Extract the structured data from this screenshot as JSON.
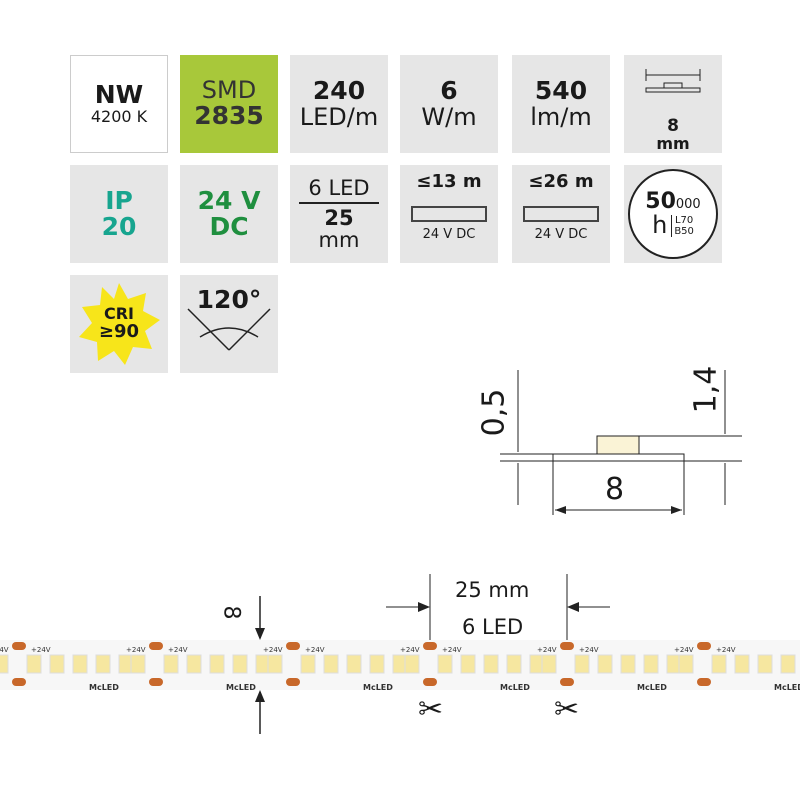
{
  "tiles": {
    "color_temp": {
      "code": "NW",
      "kelvin": "4200 K"
    },
    "chip": {
      "type": "SMD",
      "model": "2835"
    },
    "led_density": {
      "value": "240",
      "unit": "LED/m"
    },
    "power": {
      "value": "6",
      "unit": "W/m"
    },
    "lumen": {
      "value": "540",
      "unit": "lm/m"
    },
    "width": {
      "value": "8",
      "unit": "mm"
    },
    "ip": {
      "label": "IP",
      "value": "20"
    },
    "voltage": {
      "value": "24 V",
      "type": "DC"
    },
    "cut_unit": {
      "leds": "6 LED",
      "length": "25",
      "unit": "mm"
    },
    "single_feed": {
      "max": "≤13 m",
      "voltage": "24 V DC"
    },
    "double_feed": {
      "max": "≤26 m",
      "voltage": "24 V DC"
    },
    "lifetime": {
      "hours_main": "50",
      "hours_sub": "000",
      "unit": "h",
      "l": "L70",
      "b": "B50"
    },
    "cri": {
      "label": "CRI",
      "value": "≥90"
    },
    "beam_angle": {
      "value": "120°"
    }
  },
  "profile": {
    "thickness_base": "0,5",
    "thickness_total": "1,4",
    "width": "8"
  },
  "strip": {
    "width_label": "8",
    "segment_length": "25 mm",
    "segment_leds": "6 LED",
    "pad_label": "+24V",
    "brand": "McLED",
    "cut_mark": "✂",
    "colors": {
      "led": "#f6e7a0",
      "pad": "#c8682a",
      "cri_star": "#f7e51a",
      "smd_bg": "#a8c83a"
    }
  }
}
